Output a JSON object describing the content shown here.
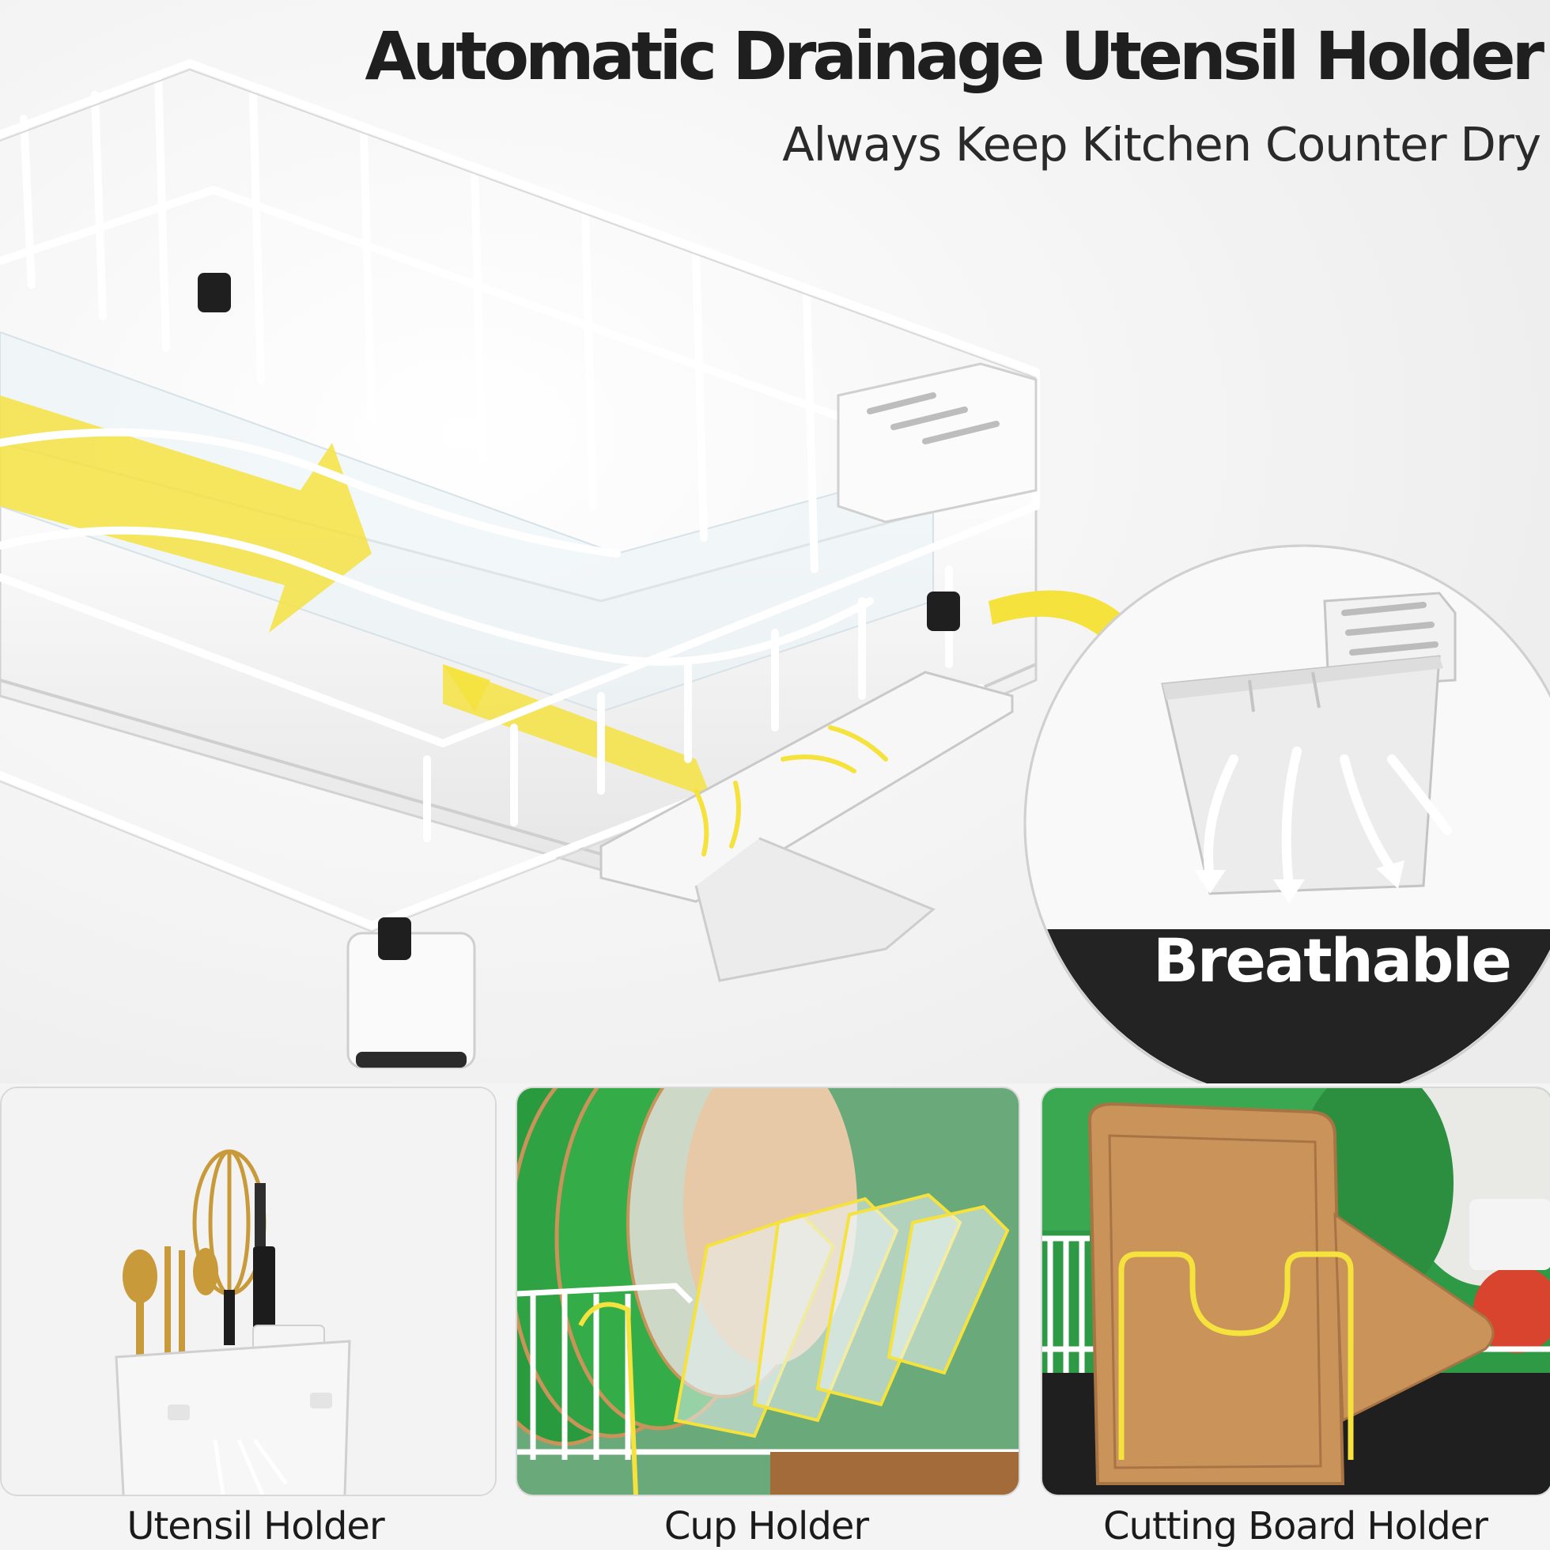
{
  "header": {
    "title": "Automatic Drainage Utensil Holder",
    "subtitle": "Always Keep Kitchen Counter Dry"
  },
  "callout": {
    "badge_label": "Breathable"
  },
  "panels": [
    {
      "caption": "Utensil Holder"
    },
    {
      "caption": "Cup Holder"
    },
    {
      "caption": "Cutting Board Holder"
    }
  ],
  "colors": {
    "accent_yellow": "#f5e23c",
    "badge_dark": "#232323",
    "rack_white": "#ffffff",
    "plate_green": "#2a9a3e",
    "wood": "#c9935a"
  }
}
